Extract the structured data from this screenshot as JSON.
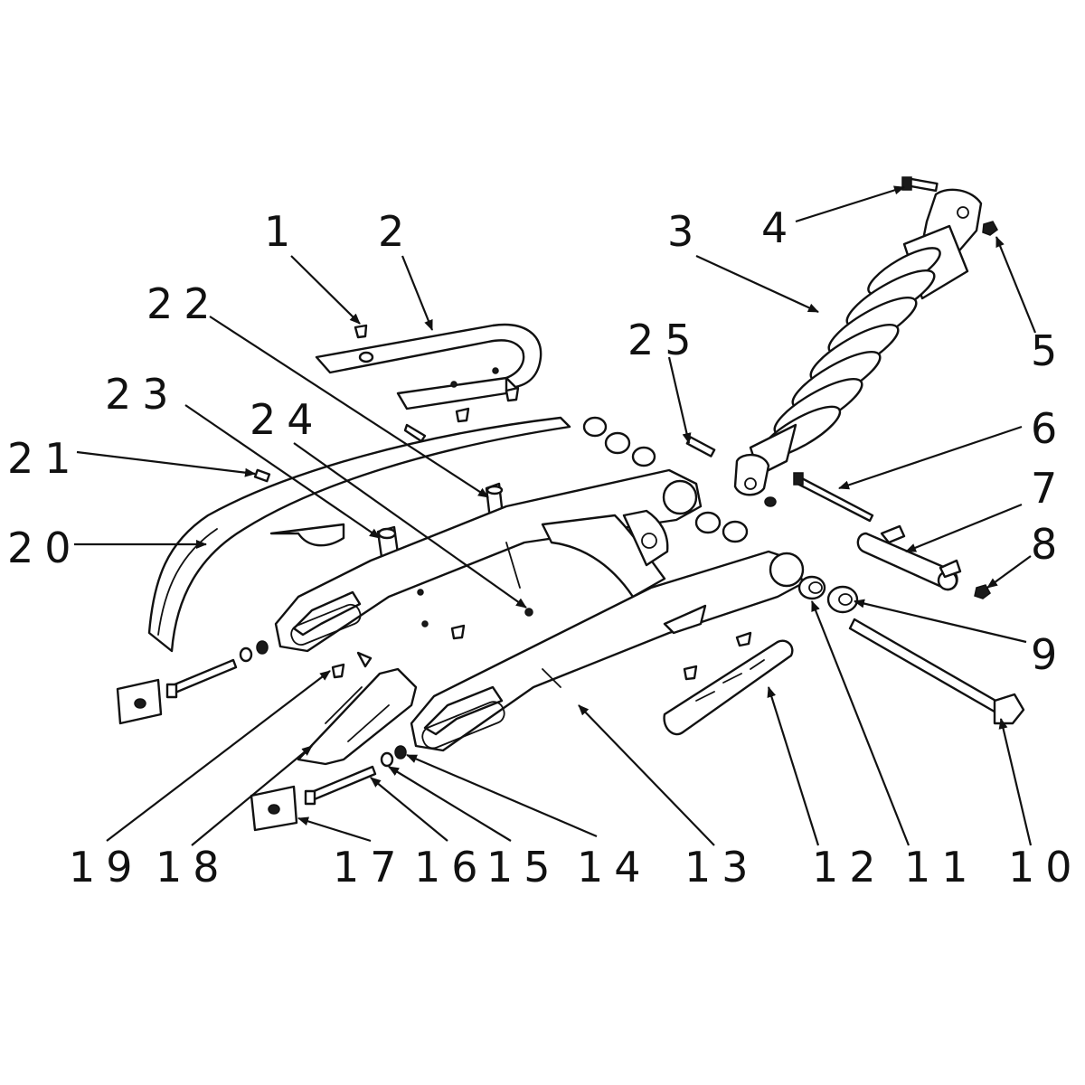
{
  "callouts": [
    {
      "id": "1",
      "label": "1"
    },
    {
      "id": "2",
      "label": "2"
    },
    {
      "id": "3",
      "label": "3"
    },
    {
      "id": "4",
      "label": "4"
    },
    {
      "id": "5",
      "label": "5"
    },
    {
      "id": "6",
      "label": "6"
    },
    {
      "id": "7",
      "label": "7"
    },
    {
      "id": "8",
      "label": "8"
    },
    {
      "id": "9",
      "label": "9"
    },
    {
      "id": "10",
      "label": "10"
    },
    {
      "id": "11",
      "label": "11"
    },
    {
      "id": "12",
      "label": "12"
    },
    {
      "id": "13",
      "label": "13"
    },
    {
      "id": "14",
      "label": "14"
    },
    {
      "id": "15",
      "label": "15"
    },
    {
      "id": "16",
      "label": "16"
    },
    {
      "id": "17",
      "label": "17"
    },
    {
      "id": "18",
      "label": "18"
    },
    {
      "id": "19",
      "label": "19"
    },
    {
      "id": "20",
      "label": "20"
    },
    {
      "id": "21",
      "label": "21"
    },
    {
      "id": "22",
      "label": "22"
    },
    {
      "id": "23",
      "label": "23"
    },
    {
      "id": "24",
      "label": "24"
    },
    {
      "id": "25",
      "label": "25"
    }
  ],
  "colors": {
    "ink": "#111111",
    "paper": "#ffffff"
  }
}
